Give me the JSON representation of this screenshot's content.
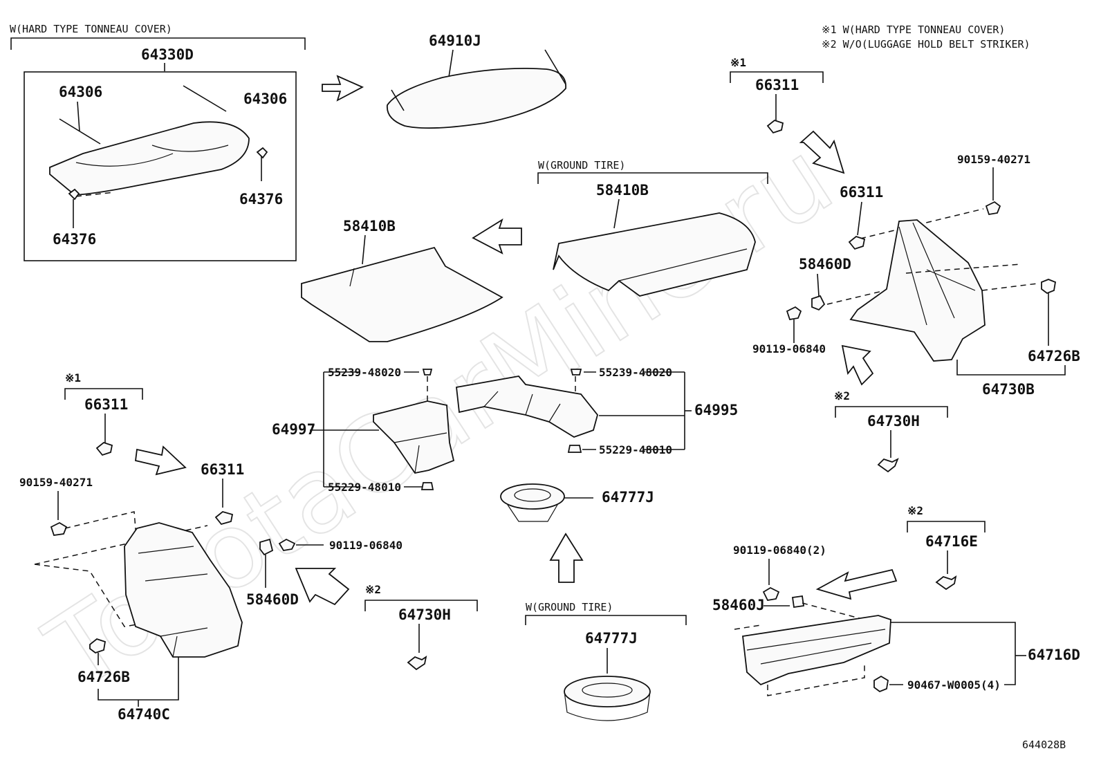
{
  "watermark": "ToyotaCarMine.ru",
  "notes": {
    "note1": "※1 W(HARD TYPE TONNEAU COVER)",
    "note2": "※2 W/O(LUGGAGE HOLD BELT STRIKER)"
  },
  "groups": {
    "tonneau_header": "W(HARD TYPE TONNEAU COVER)",
    "ground_tire_header_1": "W(GROUND TIRE)",
    "ground_tire_header_2": "W(GROUND TIRE)",
    "mark1_a": "※1",
    "mark1_b": "※1",
    "mark2_a": "※2",
    "mark2_b": "※2",
    "mark2_c": "※2"
  },
  "parts": {
    "p64330D": "64330D",
    "p64306_a": "64306",
    "p64306_b": "64306",
    "p64376_a": "64376",
    "p64376_b": "64376",
    "p64910J": "64910J",
    "p58410B_a": "58410B",
    "p58410B_b": "58410B",
    "p66311_a": "66311",
    "p66311_b": "66311",
    "p66311_c": "66311",
    "p66311_d": "66311",
    "p90159_a": "90159-40271",
    "p90159_b": "90159-40271",
    "p58460D_a": "58460D",
    "p58460D_b": "58460D",
    "p90119_a": "90119-06840",
    "p90119_b": "90119-06840",
    "p90119_c": "90119-06840(2)",
    "p64726B_a": "64726B",
    "p64726B_b": "64726B",
    "p64730B": "64730B",
    "p64730H_a": "64730H",
    "p64730H_b": "64730H",
    "p55239_a": "55239-48020",
    "p55239_b": "55239-48020",
    "p55229_a": "55229-48010",
    "p55229_b": "55229-48010",
    "p64997": "64997",
    "p64995": "64995",
    "p64777J_a": "64777J",
    "p64777J_b": "64777J",
    "p64740C": "64740C",
    "p64716E": "64716E",
    "p64716D": "64716D",
    "p58460J": "58460J",
    "p90467": "90467-W0005(4)"
  },
  "diagram_id": "644028B"
}
